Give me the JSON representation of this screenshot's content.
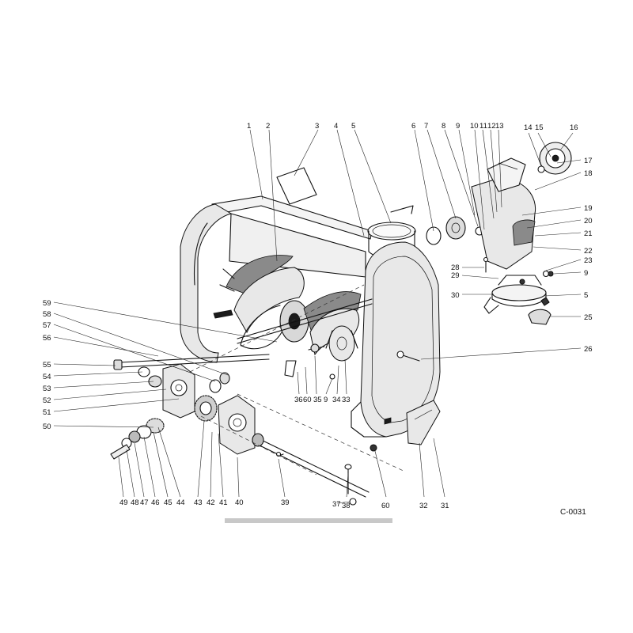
{
  "diagram": {
    "document_code": "C-0031",
    "part_labels": [
      "1",
      "2",
      "3",
      "4",
      "5",
      "6",
      "7",
      "8",
      "9",
      "10",
      "11",
      "12",
      "13",
      "14",
      "15",
      "16",
      "17",
      "18",
      "19",
      "20",
      "21",
      "22",
      "23",
      "9",
      "5",
      "25",
      "26",
      "28",
      "29",
      "30",
      "59",
      "58",
      "57",
      "56",
      "55",
      "54",
      "53",
      "52",
      "51",
      "50",
      "36",
      "60",
      "35",
      "9",
      "34",
      "33",
      "49",
      "48",
      "47",
      "46",
      "45",
      "44",
      "43",
      "42",
      "41",
      "40",
      "39",
      "38",
      "37",
      "60",
      "32",
      "31"
    ]
  },
  "colors": {
    "ink": "#111111",
    "paper": "#ffffff"
  }
}
